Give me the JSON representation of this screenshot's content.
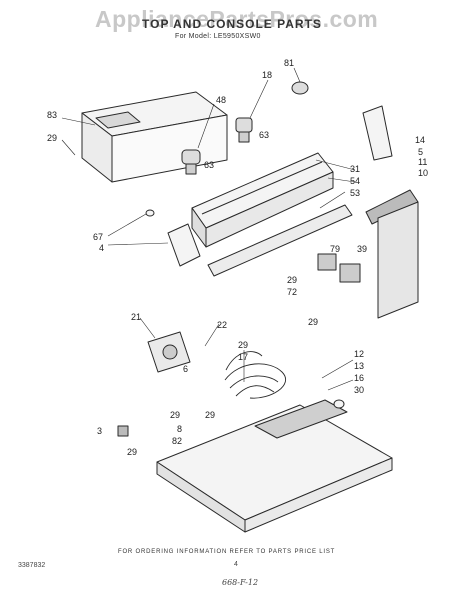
{
  "watermark": "AppliancePartsPros.com",
  "title": "TOP AND CONSOLE PARTS",
  "model_line": "For Model: LE5950XSW0",
  "footer_note": "FOR ORDERING INFORMATION REFER TO PARTS PRICE LIST",
  "part_number": "3387832",
  "page_number": "4",
  "handwritten_note": "668-F-12",
  "callouts": [
    "83",
    "29",
    "48",
    "63",
    "63",
    "18",
    "81",
    "31",
    "54",
    "53",
    "67",
    "4",
    "79",
    "39",
    "14",
    "5",
    "11",
    "10",
    "29",
    "72",
    "21",
    "22",
    "29",
    "17",
    "6",
    "29",
    "29",
    "3",
    "29",
    "8",
    "82",
    "12",
    "13",
    "16",
    "30",
    "29"
  ],
  "colors": {
    "line": "#2a2a2a",
    "fill": "#f2f2f2",
    "dark": "#555555",
    "watermark": "#c8c8c8"
  }
}
